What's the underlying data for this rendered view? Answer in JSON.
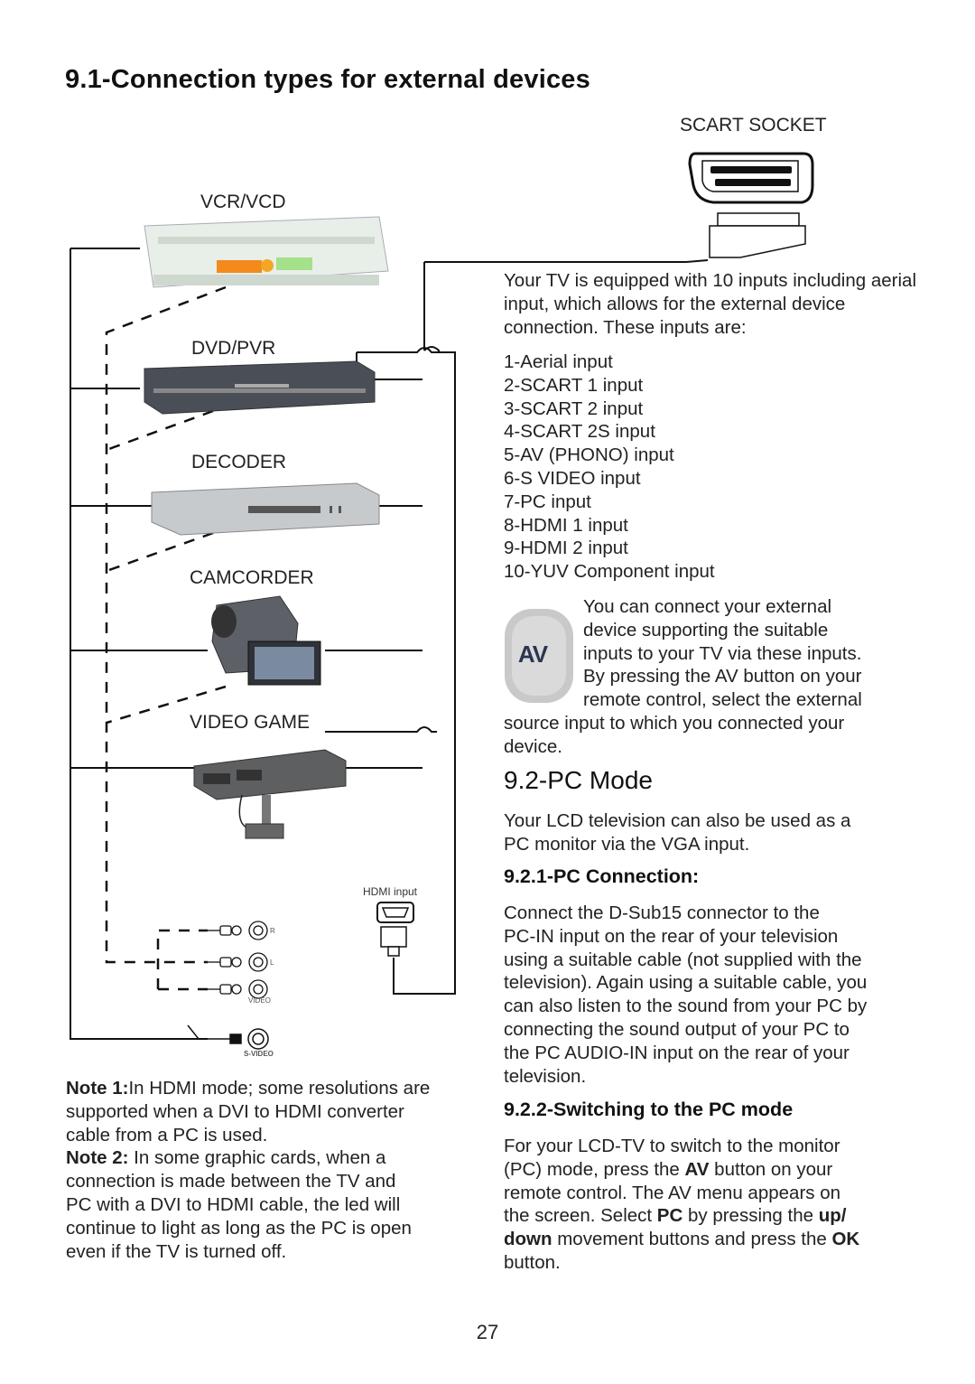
{
  "title": "9.1-Connection types for external devices",
  "diagram": {
    "scart_label": "SCART SOCKET",
    "vcr_label": "VCR/VCD",
    "dvd_label": "DVD/PVR",
    "decoder_label": "DECODER",
    "camcorder_label": "CAMCORDER",
    "videogame_label": "VIDEO GAME",
    "hdmi_label": "HDMI input",
    "r_label": "R",
    "l_label": "L",
    "video_label": "VIDEO",
    "svideo_label": "S-VIDEO",
    "av_icon_text": "AV"
  },
  "intro": "Your TV is equipped with 10 inputs including aerial input, which allows for the external device connection. These inputs are:",
  "inputs": [
    "1-Aerial input",
    "2-SCART 1 input",
    "3-SCART 2 input",
    "4-SCART 2S input",
    "5-AV (PHONO) input",
    "6-S VIDEO input",
    "7-PC input",
    "8-HDMI 1 input",
    "9-HDMI 2 input",
    "10-YUV Component input"
  ],
  "av_text_lines": [
    "You can connect your external",
    "device supporting the suitable",
    "inputs to your TV via these inputs.",
    "By pressing the AV button on your",
    "remote control, select the external"
  ],
  "av_text_tail_lines": [
    "source input to which you connected your",
    "device."
  ],
  "notes": {
    "note1_label": "Note 1:",
    "note1_lines": [
      "In HDMI mode; some resolutions are",
      "supported when a DVI to HDMI converter",
      "cable from a PC is used."
    ],
    "note2_label": "Note 2:",
    "note2_lines": [
      " In some graphic cards, when a",
      "connection is made between the TV and",
      "PC with a DVI to HDMI cable, the led will",
      "continue to light as long as the PC is open",
      "even if the TV is turned off."
    ]
  },
  "pc_mode": {
    "heading": "9.2-PC Mode",
    "intro_lines": [
      "Your LCD television can also be used as a",
      "PC monitor via the VGA input."
    ],
    "connection_heading": "9.2.1-PC Connection:",
    "connection_lines": [
      "Connect the D-Sub15 connector to the",
      "PC-IN input on the rear  of your television",
      "using a suitable cable (not supplied with the",
      "television). Again using a suitable cable, you",
      "can also listen to the sound from your PC by",
      "connecting the sound output of your PC to",
      "the PC AUDIO-IN input on the rear of your",
      "television."
    ],
    "switching_heading": "9.2.2-Switching to the PC mode",
    "switch_line1": "For your LCD-TV to switch to the monitor",
    "switch_line2_a": "(PC) mode, press the ",
    "switch_line2_b": "AV",
    "switch_line2_c": " button on your",
    "switch_line3": "remote control. The AV menu appears on",
    "switch_line4_a": "the screen. Select ",
    "switch_line4_b": "PC",
    "switch_line4_c": " by pressing the ",
    "switch_line4_d": "up/",
    "switch_line5_a": "down",
    "switch_line5_b": " movement buttons and press the ",
    "switch_line5_c": "OK",
    "switch_line6": "button."
  },
  "page_number": "27"
}
